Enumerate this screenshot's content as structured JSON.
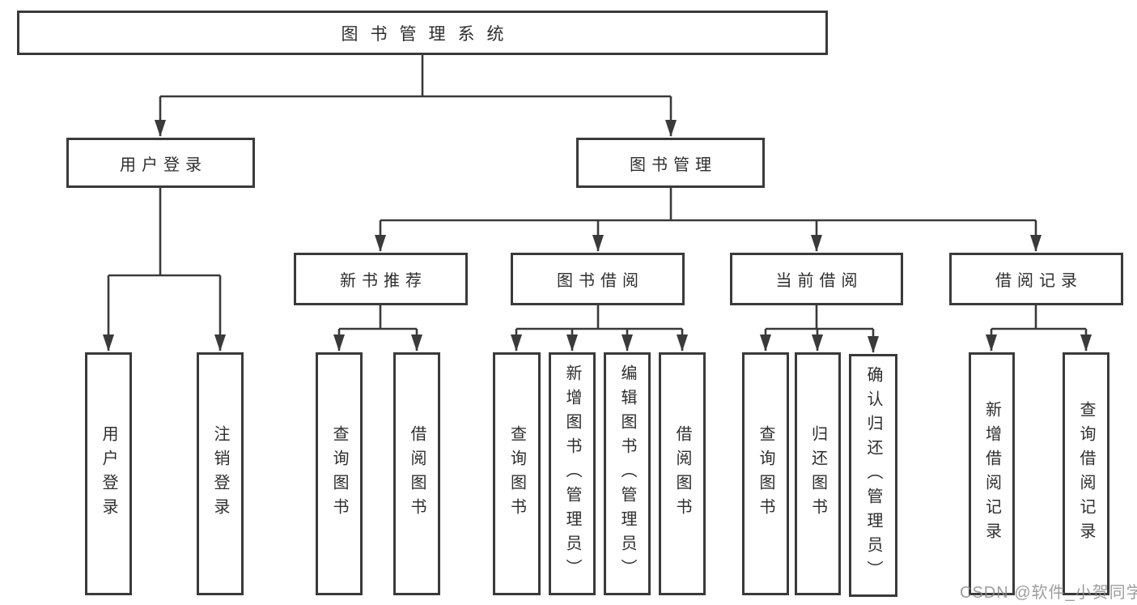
{
  "diagram": {
    "title": "图书管理系统",
    "type": "hierarchy-tree",
    "hierarchy": {
      "root": [
        "user_login",
        "book_mgmt"
      ],
      "user_login": [
        "leaf_user_login",
        "leaf_logout"
      ],
      "book_mgmt": [
        "new_book_rec",
        "book_borrow",
        "current_borrow",
        "borrow_record"
      ],
      "new_book_rec": [
        "leaf_query_book_rec",
        "leaf_borrow_book_rec"
      ],
      "book_borrow": [
        "leaf_query_book_borrow",
        "leaf_add_book_admin",
        "leaf_edit_book_admin",
        "leaf_borrow_book_borrow"
      ],
      "current_borrow": [
        "leaf_query_book_current",
        "leaf_return_book",
        "leaf_confirm_return_admin"
      ],
      "borrow_record": [
        "leaf_add_borrow_record",
        "leaf_query_borrow_record"
      ]
    }
  },
  "nodes": {
    "root": {
      "label": "图书管理系统"
    },
    "user_login": {
      "label": "用户登录"
    },
    "book_mgmt": {
      "label": "图书管理"
    },
    "new_book_rec": {
      "label": "新书推荐"
    },
    "book_borrow": {
      "label": "图书借阅"
    },
    "current_borrow": {
      "label": "当前借阅"
    },
    "borrow_record": {
      "label": "借阅记录"
    },
    "leaf_user_login": {
      "label": "用户登录"
    },
    "leaf_logout": {
      "label": "注销登录"
    },
    "leaf_query_book_rec": {
      "label": "查询图书"
    },
    "leaf_borrow_book_rec": {
      "label": "借阅图书"
    },
    "leaf_query_book_borrow": {
      "label": "查询图书"
    },
    "leaf_add_book_admin": {
      "label": "新增图书（管理员）"
    },
    "leaf_edit_book_admin": {
      "label": "编辑图书（管理员）"
    },
    "leaf_borrow_book_borrow": {
      "label": "借阅图书"
    },
    "leaf_query_book_current": {
      "label": "查询图书"
    },
    "leaf_return_book": {
      "label": "归还图书"
    },
    "leaf_confirm_return_admin": {
      "label": "确认归还（管理员）"
    },
    "leaf_add_borrow_record": {
      "label": "新增借阅记录"
    },
    "leaf_query_borrow_record": {
      "label": "查询借阅记录"
    }
  },
  "watermark": "CSDN @软件_小贺同学",
  "colors": {
    "line": "#3a3a3a",
    "box_border": "#3a3a3a",
    "text": "#2e2e2e",
    "watermark": "#8c8c8c",
    "background": "#ffffff"
  }
}
